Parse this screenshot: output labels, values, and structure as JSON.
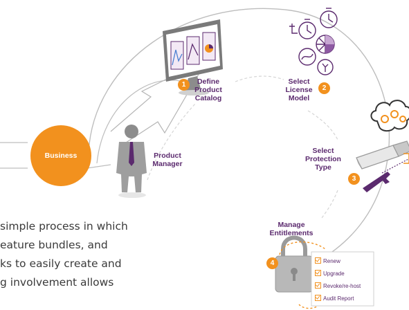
{
  "business": "Business",
  "product_manager": [
    "Product",
    "Manager"
  ],
  "steps": [
    {
      "number": "1",
      "lines": [
        "Define",
        "Product",
        "Catalog"
      ]
    },
    {
      "number": "2",
      "lines": [
        "Select",
        "License",
        "Model"
      ]
    },
    {
      "number": "3",
      "lines": [
        "Select",
        "Protection",
        "Type"
      ]
    },
    {
      "number": "4",
      "lines": [
        "Manage",
        "Entitlements"
      ]
    }
  ],
  "checklist": [
    "Renew",
    "Upgrade",
    "Revoke/re-host",
    "Audit Report"
  ],
  "body_lines": [
    "simple process in which",
    "eature bundles, and",
    "ks to easily create and",
    "g involvement allows"
  ],
  "colors": {
    "accent": "#f2911e",
    "label": "#5b2a6e",
    "line": "#bdbdbd",
    "text": "#3a3a3a"
  }
}
